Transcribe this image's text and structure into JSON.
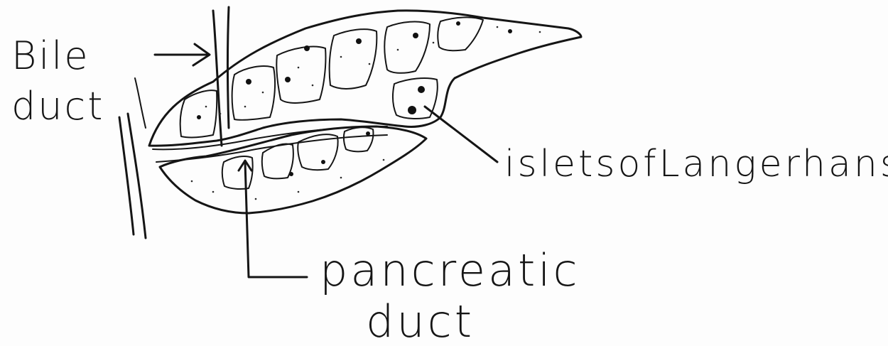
{
  "diagram": {
    "labels": {
      "bile_line1": "Bile",
      "bile_line2": "duct",
      "islets": "isletsofLangerhans",
      "pancreatic_line1": "pancreatic",
      "pancreatic_line2": "duct"
    }
  }
}
